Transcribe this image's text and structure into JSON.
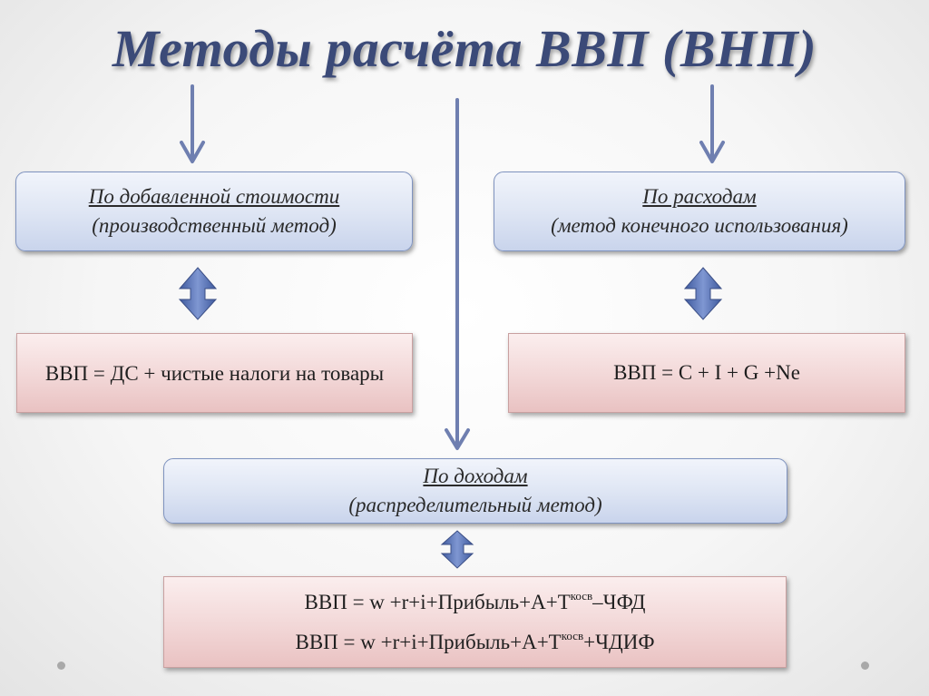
{
  "title": "Методы расчёта ВВП (ВНП)",
  "methods": {
    "added_value": {
      "line1": "По добавленной стоимости",
      "line2": "(производственный метод)",
      "formula": "ВВП = ДС + чистые налоги на товары"
    },
    "expenditure": {
      "line1": "По расходам",
      "line2": "(метод конечного использования)",
      "formula": "ВВП = C + I + G +Ne"
    },
    "income": {
      "line1": "По доходам",
      "line2": "(распределительный метод)",
      "formula1_start": "ВВП = w +r+i+Прибыль+A+T",
      "formula1_sup": "косв",
      "formula1_end": "–ЧФД",
      "formula2_start": "ВВП = w +r+i+Прибыль+A+T",
      "formula2_sup": "косв",
      "formula2_end": "+ЧДИФ"
    }
  },
  "colors": {
    "title": "#3b4a78",
    "arrow": "#6f7fb0",
    "double_arrow": "#5b74b4",
    "box_blue_border": "#7f93bf",
    "box_pink_border": "#c9a0a0"
  }
}
